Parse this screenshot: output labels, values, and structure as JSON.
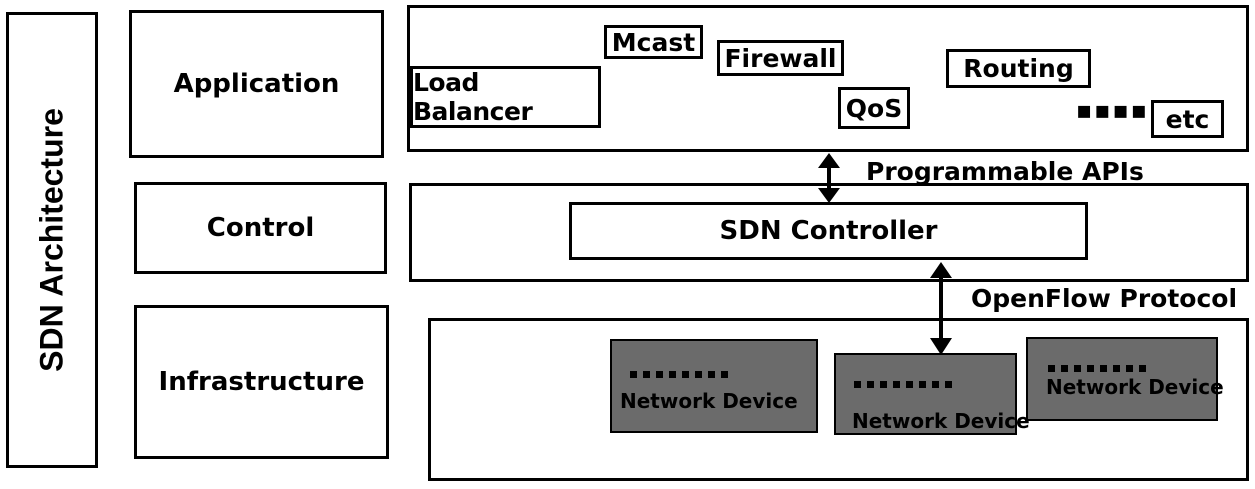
{
  "side_title": "SDN Architecture",
  "layers": {
    "application": "Application",
    "control": "Control",
    "infrastructure": "Infrastructure"
  },
  "applications": [
    "Mcast",
    "Firewall",
    "Routing",
    "Load Balancer",
    "QoS",
    "etc"
  ],
  "ellipsis": "▪▪▪▪",
  "interfaces": {
    "northbound": "Programmable APIs",
    "southbound": "OpenFlow Protocol"
  },
  "controller": "SDN Controller",
  "devices": [
    "Network Device",
    "Network Device",
    "Network Device"
  ]
}
